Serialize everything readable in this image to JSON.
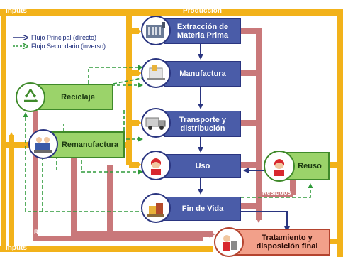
{
  "bands": {
    "inputs_top": "Inputs",
    "production": "Producción",
    "inputs_bottom": "Inputs",
    "residuos_left": "Residuos",
    "residuos_right": "Residuos"
  },
  "legend": {
    "primary": "Flujo Principal (directo)",
    "secondary": "Flujo Secundario (inverso)"
  },
  "stages": {
    "extraction": "Extracción de Materia Prima",
    "manufacturing": "Manufactura",
    "transport": "Transporte y distribución",
    "use": "Uso",
    "end_of_life": "Fin de Vida"
  },
  "loops": {
    "recycling": "Reciclaje",
    "remanufacturing": "Remanufactura",
    "reuse": "Reuso"
  },
  "final": "Tratamiento y disposición final",
  "colors": {
    "inputs": "#f2b21a",
    "waste": "#c9787a",
    "primary": "#2a3580",
    "secondary": "#2f9a3a",
    "stage": "#4a5ca8",
    "loop": "#9bd36a",
    "final": "#f2a08a"
  }
}
